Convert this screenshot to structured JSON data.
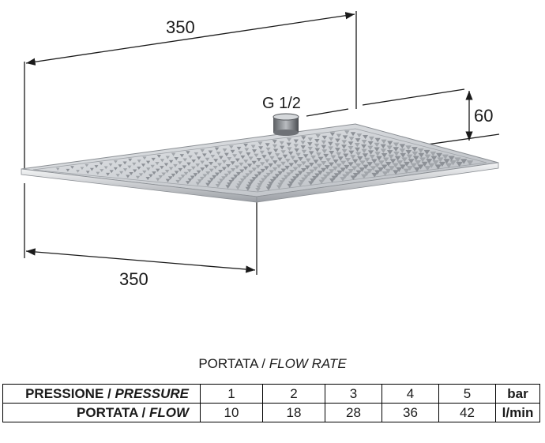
{
  "drawing": {
    "width_label": "350",
    "depth_label": "350",
    "height_label": "60",
    "connection_label": "G 1/2"
  },
  "flow_table": {
    "caption_main": "PORTATA / ",
    "caption_italic": "FLOW RATE",
    "pressure_row": {
      "label_main": "PRESSIONE / ",
      "label_italic": "PRESSURE",
      "values": [
        "1",
        "2",
        "3",
        "4",
        "5"
      ],
      "unit": "bar"
    },
    "flow_row": {
      "label_main": "PORTATA / ",
      "label_italic": "FLOW",
      "values": [
        "10",
        "18",
        "28",
        "36",
        "42"
      ],
      "unit": "l/min"
    }
  }
}
